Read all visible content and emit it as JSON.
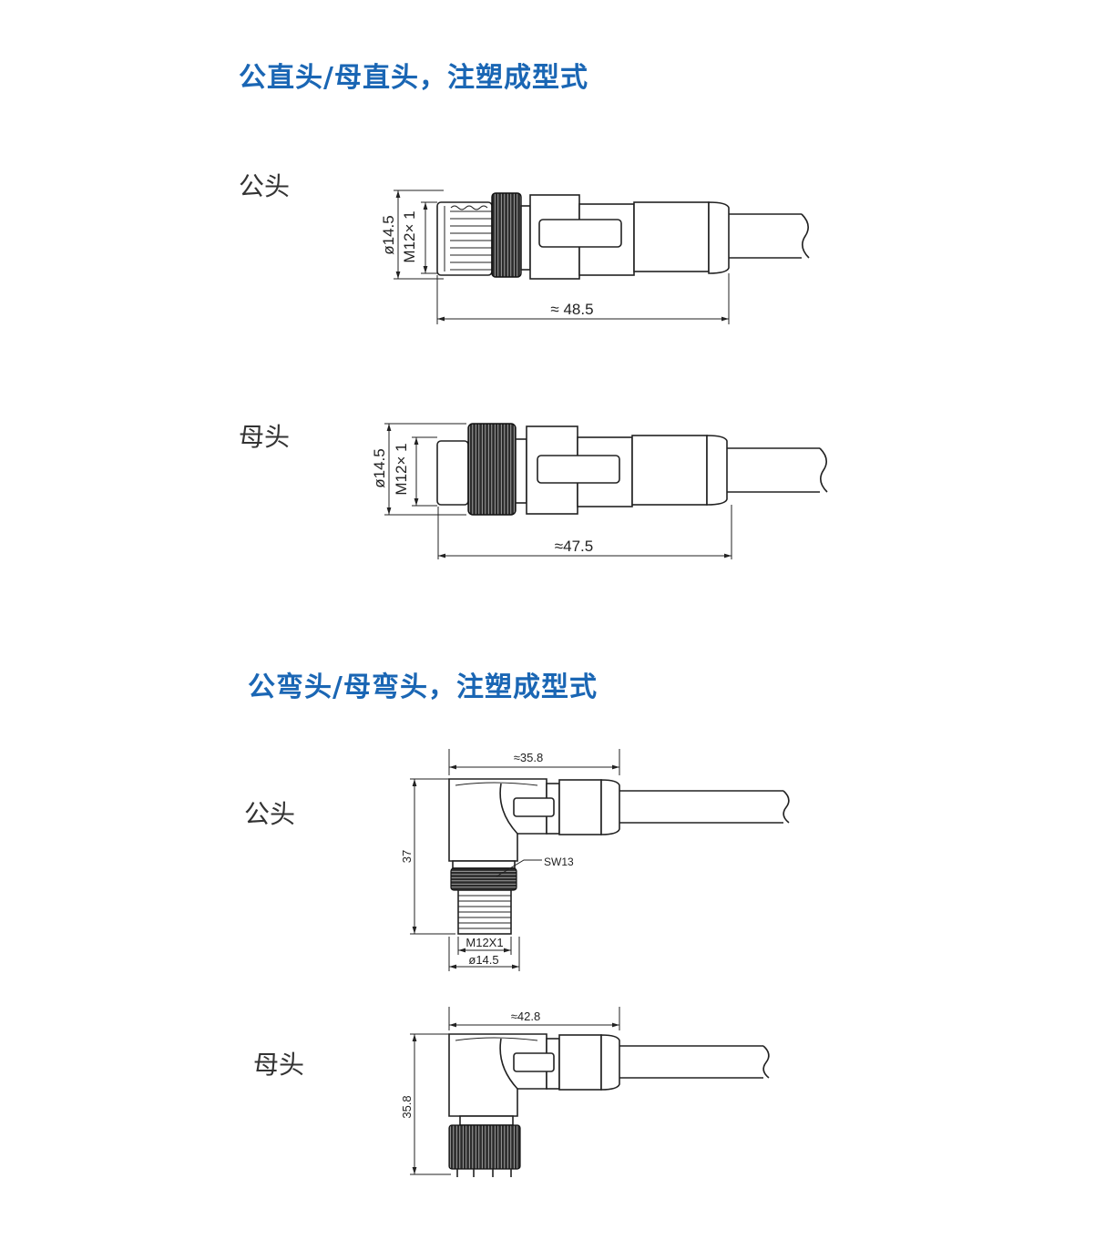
{
  "sections": [
    {
      "title": "公直头/母直头，注塑成型式",
      "items": [
        {
          "label": "公头",
          "dims": {
            "diameter": "ø14.5",
            "thread": "M12× 1",
            "length": "≈ 48.5"
          }
        },
        {
          "label": "母头",
          "dims": {
            "diameter": "ø14.5",
            "thread": "M12× 1",
            "length": "≈47.5"
          }
        }
      ]
    },
    {
      "title": "公弯头/母弯头，注塑成型式",
      "items": [
        {
          "label": "公头",
          "dims": {
            "length": "≈35.8",
            "height": "37",
            "wrench": "SW13",
            "thread": "M12X1",
            "diameter": "ø14.5"
          }
        },
        {
          "label": "母头",
          "dims": {
            "length": "≈42.8",
            "height": "35.8"
          }
        }
      ]
    }
  ],
  "colors": {
    "title": "#1a66b4",
    "label": "#333333",
    "line": "#222222"
  }
}
